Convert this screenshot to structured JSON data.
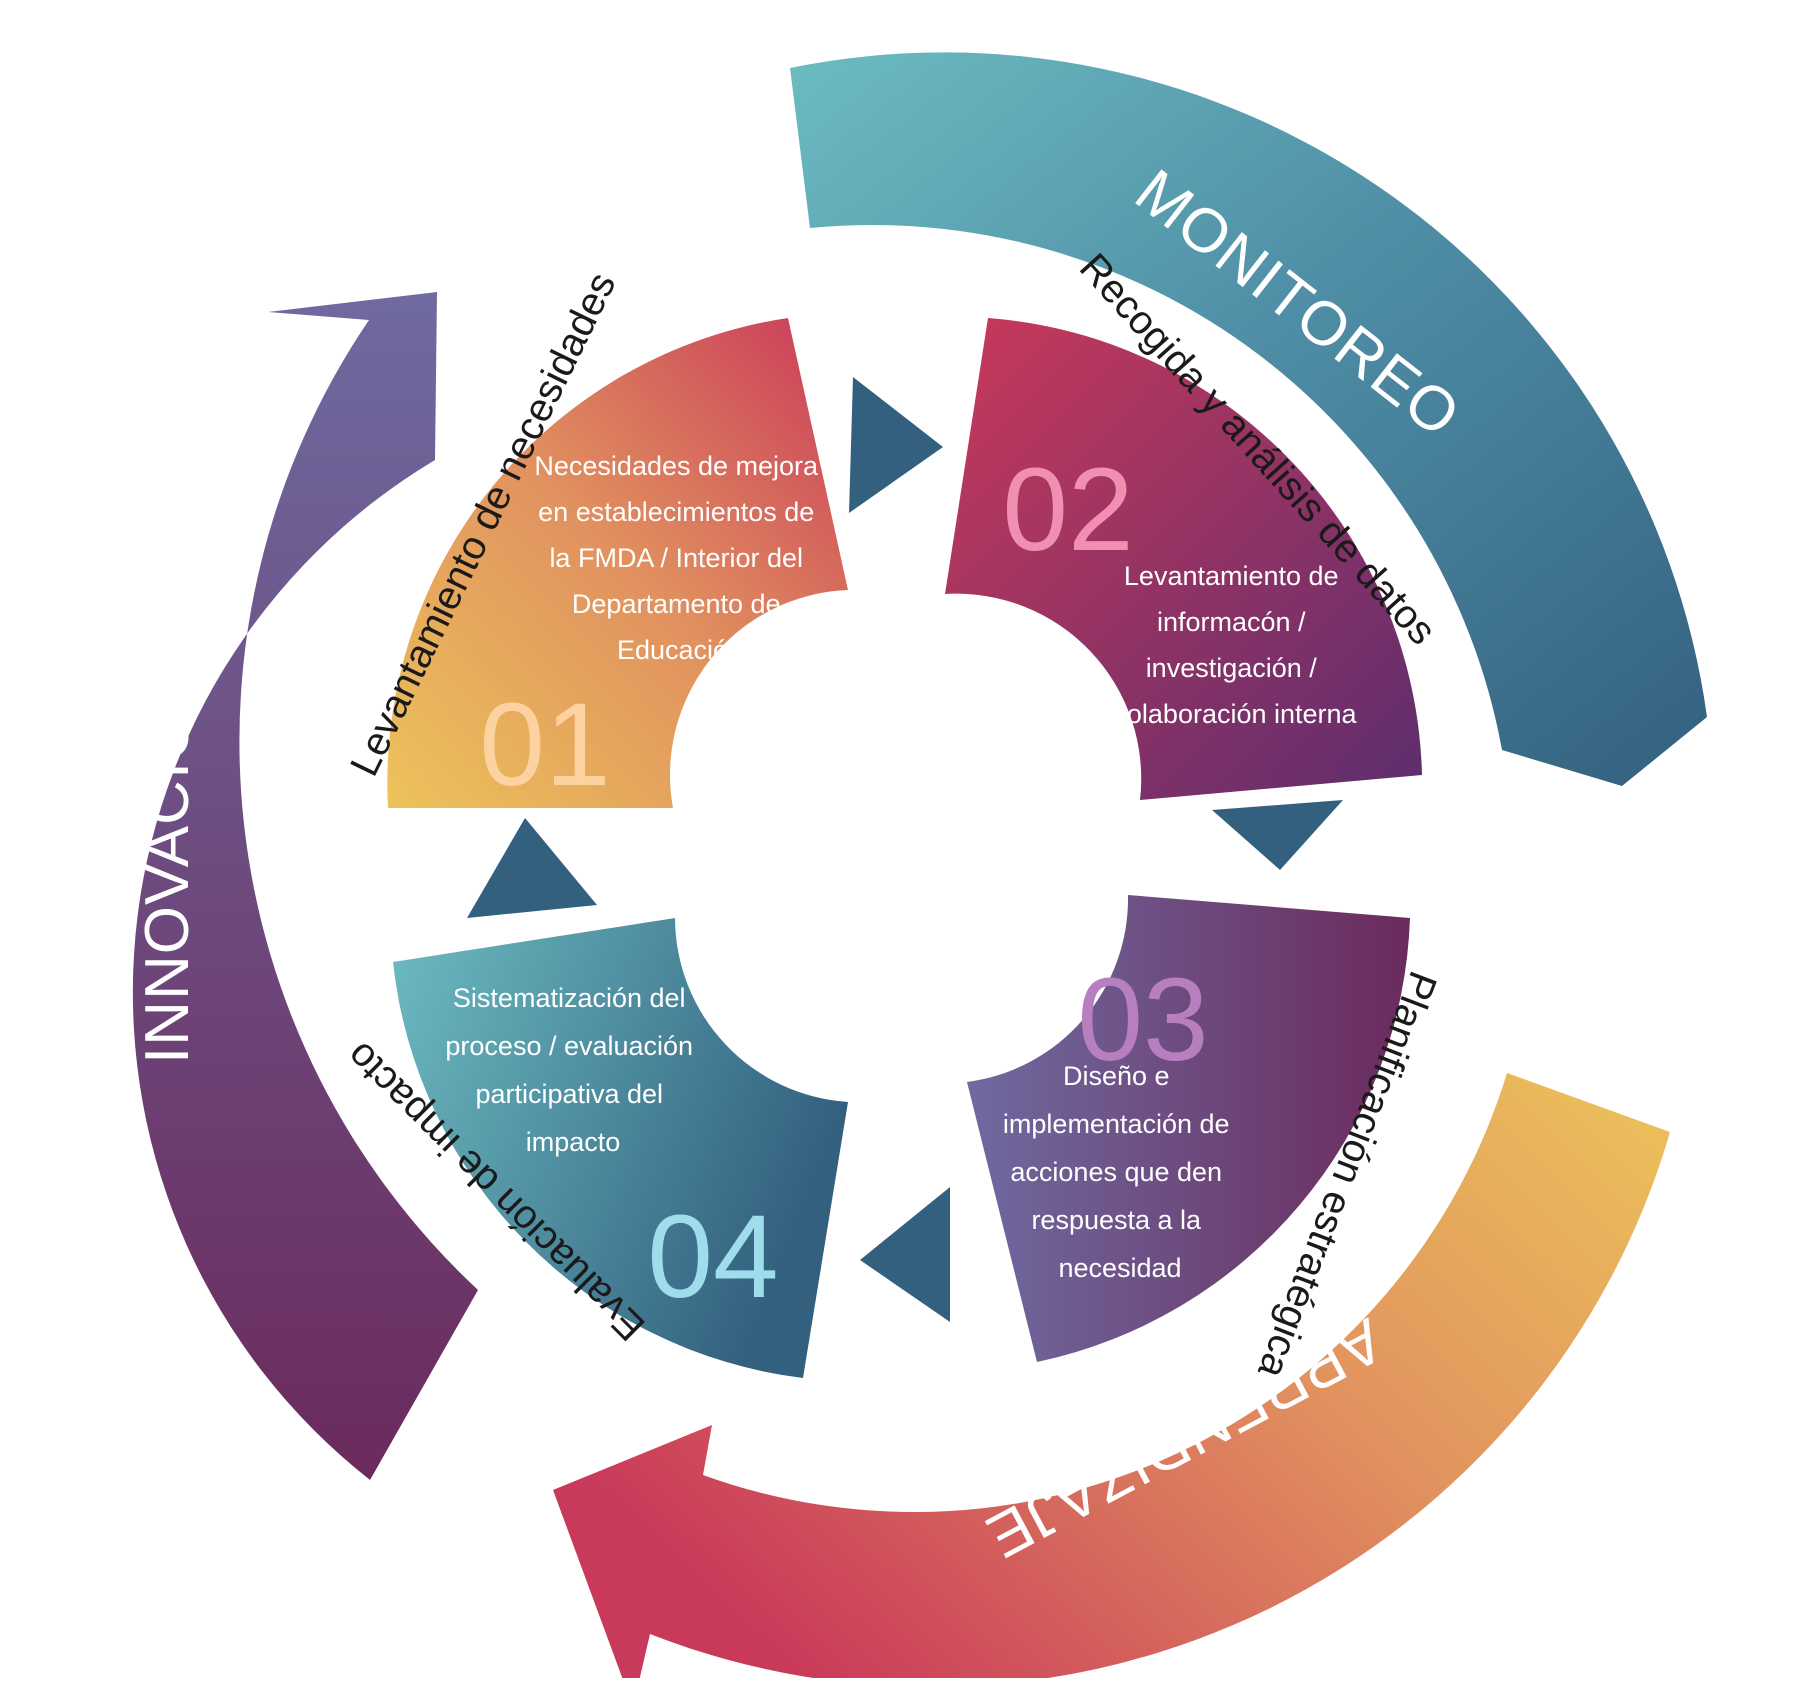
{
  "colors": {
    "teal": "#6cbcc1",
    "steel_blue": "#33607f",
    "purple": "#6f6aa0",
    "plum": "#6b2a5c",
    "yellow": "#ecc35a",
    "orange": "#e1925f",
    "crimson": "#c9395a",
    "pink": "#f08fb1",
    "lavender": "#b77fc0",
    "light_blue": "#9fdcec",
    "peach": "#fcd2a0",
    "connector_arrow": "#33607f"
  },
  "outer_arrows": {
    "monitoreo": "MONITOREO",
    "innovacion": "INNOVACIÓN",
    "aprendizaje": "APRENDIZAJE"
  },
  "stages": [
    {
      "number": "01",
      "title": "Levantamiento de necesidades",
      "description": [
        "Necesidades de mejora",
        "en establecimientos de",
        "la FMDA / Interior del",
        "Departamento de",
        "Educación"
      ]
    },
    {
      "number": "02",
      "title": "Recogida y análisis de datos",
      "description": [
        "Levantamiento de",
        "informacón /",
        "investigación /",
        "colaboración interna"
      ]
    },
    {
      "number": "03",
      "title": "Planificación estratégica",
      "description": [
        "Diseño e",
        "implementación de",
        "acciones que den",
        "respuesta a la",
        "necesidad"
      ]
    },
    {
      "number": "04",
      "title": "Evaluación de impacto",
      "description": [
        "Sistematización del",
        "proceso / evaluación",
        "participativa del",
        "impacto"
      ]
    }
  ]
}
